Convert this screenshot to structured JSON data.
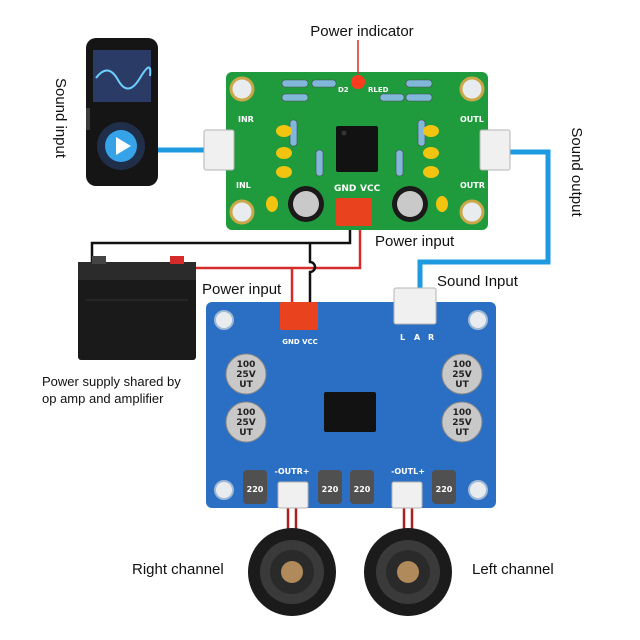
{
  "labels": {
    "power_indicator": "Power indicator",
    "sound_input_left": "Sound input",
    "sound_output_right": "Sound output",
    "power_input_opamp": "Power input",
    "power_input_amp": "Power input",
    "sound_input_amp": "Sound Input",
    "power_supply_line1": "Power supply shared by",
    "power_supply_line2": "op amp and amplifier",
    "right_channel": "Right channel",
    "left_channel": "Left channel"
  },
  "opamp_board": {
    "inr": "INR",
    "inl": "INL",
    "outl": "OUTL",
    "outr": "OUTR",
    "gnd": "GND",
    "vcc": "VCC",
    "d2": "D2",
    "rled": "RLED"
  },
  "amp_board": {
    "gnd_vcc": "GND VCC",
    "l": "L",
    "a": "A",
    "r": "R",
    "outr": "-OUTR+",
    "outl": "-OUTL+",
    "cap_top_left_value": "100",
    "cap_top_left_voltage": "25V",
    "cap_top_left_unit": "UT",
    "cap_bottom_left_value": "100",
    "cap_bottom_left_voltage": "25V",
    "cap_bottom_left_unit": "UT",
    "cap_top_right_value": "100",
    "cap_top_right_voltage": "25V",
    "cap_top_right_unit": "UT",
    "cap_bottom_right_value": "100",
    "cap_bottom_right_voltage": "25V",
    "cap_bottom_right_unit": "UT",
    "small_cap_1": "220",
    "small_cap_2": "220",
    "small_cap_3": "220",
    "small_cap_4": "220"
  },
  "colors": {
    "green_pcb": "#1f9a3c",
    "blue_pcb": "#2a6fc4",
    "audio_wire": "#1e9be0",
    "power_wire": "#d62b2b",
    "ground_wire": "#111111",
    "connector": "#e8421f"
  }
}
